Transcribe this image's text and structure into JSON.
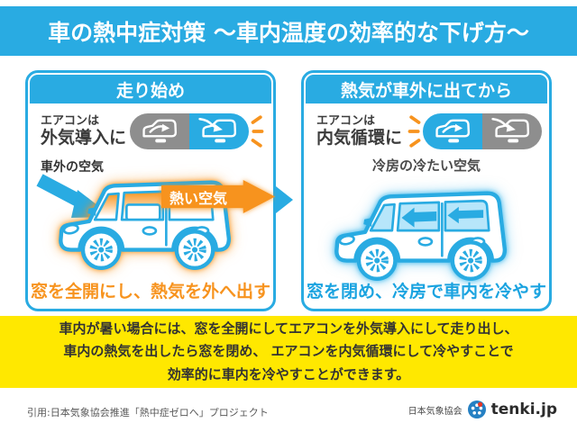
{
  "title": "車の熱中症対策 〜車内温度の効率的な下げ方〜",
  "panels": {
    "left": {
      "header": "走り始め",
      "aircon_prefix": "エアコンは",
      "aircon_mode": "外気導入に",
      "outside_air": "車外の空気",
      "hot_air": "熱い空気",
      "caption": "窓を全開にし、熱気を外へ出す"
    },
    "right": {
      "header": "熱気が車外に出てから",
      "aircon_prefix": "エアコンは",
      "aircon_mode": "内気循環に",
      "cool_air": "冷房の冷たい空気",
      "caption": "窓を閉め、冷房で車内を冷やす"
    }
  },
  "summary_lines": [
    "車内が暑い場合には、窓を全開にしてエアコンを外気導入にして走り出し、",
    "車内の熱気を出したら窓を閉め、 エアコンを内気循環にして冷やすことで",
    "効率的に車内を冷やすことができます。"
  ],
  "footer": {
    "citation": "引用:日本気象協会推進「熱中症ゼロへ」プロジェクト",
    "association": "日本気象協会",
    "brand": "tenki.jp"
  },
  "colors": {
    "primary_blue": "#29abe2",
    "accent_orange": "#f7931e",
    "band_yellow": "#ffe800",
    "mode_gray": "#8e8e8e"
  }
}
